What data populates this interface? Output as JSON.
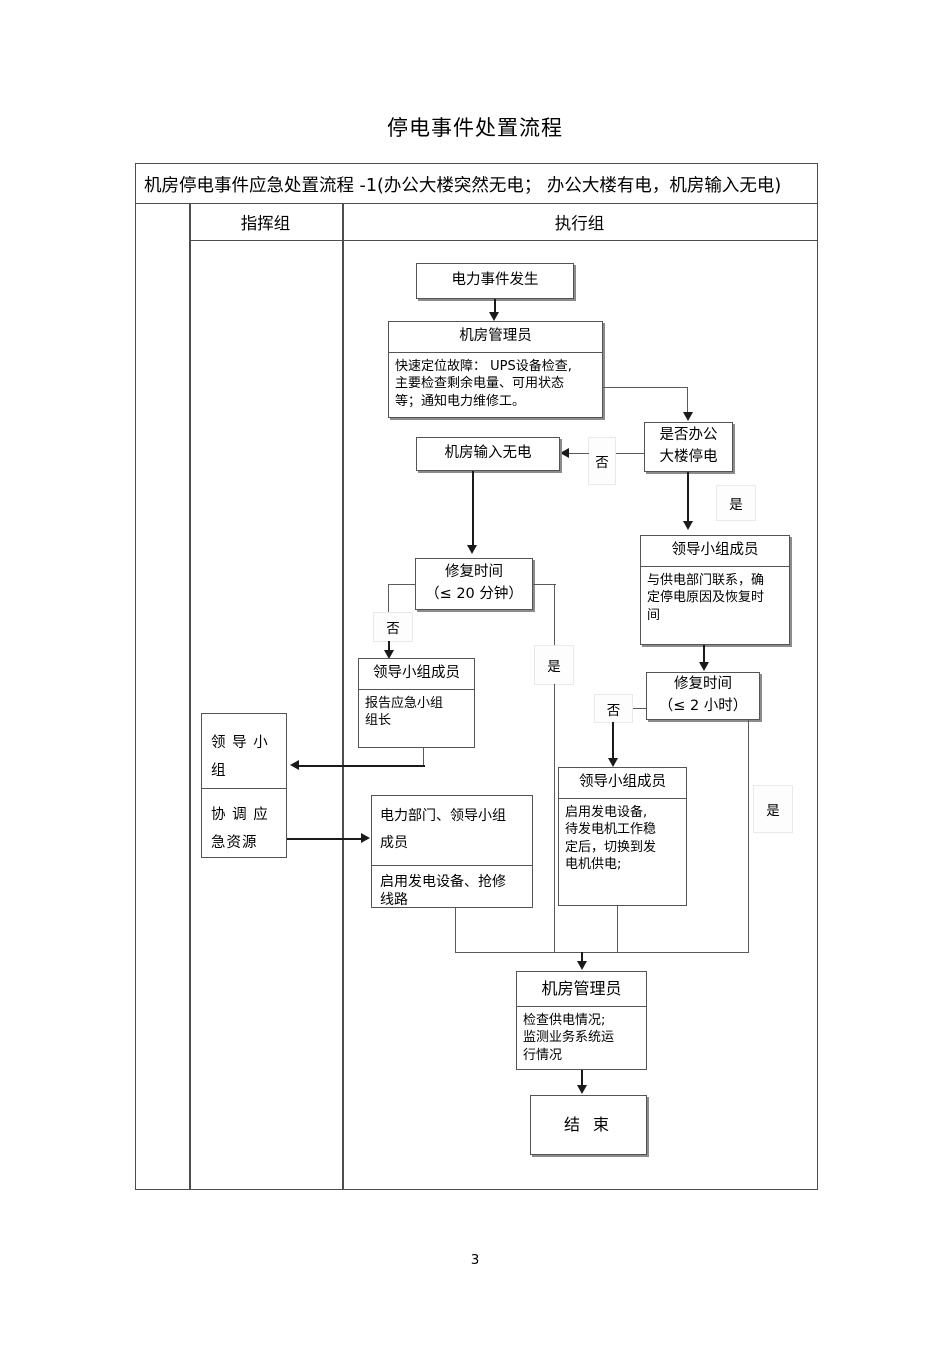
{
  "document": {
    "title": "停电事件处置流程",
    "page_number": "3"
  },
  "table": {
    "header": "机房停电事件应急处置流程  -1(办公大楼突然无电；  办公大楼有电，机房输入无电)",
    "columns": [
      {
        "label": ""
      },
      {
        "label": "指挥组"
      },
      {
        "label": "执行组"
      }
    ]
  },
  "flow": {
    "start": {
      "label": "电力事件发生"
    },
    "room_admin_1": {
      "header": "机房管理员",
      "body": "快速定位故障：   UPS设备检查,\n主要检查剩余电量、可用状态\n等；通知电力维修工。"
    },
    "decision_building_outage": {
      "label": "是否办公\n大楼停电"
    },
    "label_no_1": {
      "text": "否"
    },
    "label_yes_1": {
      "text": "是"
    },
    "room_no_input_power": {
      "label": "机房输入无电"
    },
    "decision_repair_20min": {
      "label": "修复时间\n（≤ 20 分钟）"
    },
    "label_no_2": {
      "text": "否"
    },
    "label_yes_2": {
      "text": "是"
    },
    "leader_report": {
      "header": "领导小组成员",
      "body": "报告应急小组\n组长"
    },
    "leader_contact_utility": {
      "header": "领导小组成员",
      "body": "与供电部门联系，确\n定停电原因及恢复时\n间"
    },
    "decision_repair_2h": {
      "label": "修复时间\n（≤ 2 小时）"
    },
    "label_no_3": {
      "text": "否"
    },
    "label_yes_3": {
      "text": "是"
    },
    "leader_generator": {
      "header": "领导小组成员",
      "body": "启用发电设备,\n待发电机工作稳\n定后，切换到发\n电机供电;"
    },
    "power_dept_leader": {
      "header": "电力部门、领导小组\n成员",
      "body": "启用发电设备、抢修\n线路"
    },
    "room_admin_2": {
      "header": "机房管理员",
      "body": "检查供电情况;\n监测业务系统运\n行情况"
    },
    "end": {
      "label": "结   束"
    }
  },
  "command_column": {
    "leader_group": {
      "label": "领 导 小\n组"
    },
    "coordinate_resources": {
      "label": "协 调 应\n急资源"
    }
  }
}
